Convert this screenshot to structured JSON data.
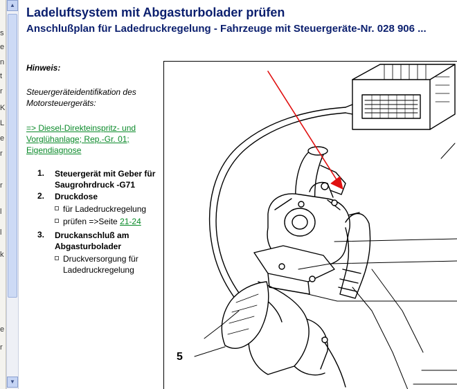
{
  "left_pane": {
    "fragments": [
      "s",
      "e",
      "n",
      "t",
      "r",
      "K",
      "L",
      "e",
      "r",
      "r",
      "l",
      "l",
      "k",
      "e",
      "r"
    ]
  },
  "header": {
    "title": "Ladeluftsystem mit Abgasturbolader prüfen",
    "subtitle": "Anschlußplan für Ladedruckregelung - Fahrzeuge mit Steuergeräte-Nr. 028 906 ..."
  },
  "hint": {
    "label": "Hinweis:",
    "text": "Steuergeräteidentifikation des Motorsteuergeräts:",
    "link": "=> Diesel-Direkteinspritz- und Vorglühanlage; Rep.-Gr. 01; Eigendiagnose"
  },
  "parts": [
    {
      "num": "1.",
      "title": "Steuergerät mit Geber für Saugrohrdruck -G71"
    },
    {
      "num": "2.",
      "title": "Druckdose"
    },
    {
      "num": "3.",
      "title": "Druckanschluß am Abgasturbolader"
    }
  ],
  "part2_subs": {
    "a": "für Ladedruckregelung",
    "b_prefix": "prüfen =>Seite ",
    "b_link": "21-24"
  },
  "part3_subs": {
    "a": "Druckversorgung für Ladedruckregelung"
  },
  "diagram": {
    "callout_label": "5",
    "arrow_color": "#e01010"
  },
  "colors": {
    "title": "#0b1f6e",
    "link": "#0b8a2a"
  },
  "icons": {
    "scroll_up": "▲",
    "scroll_down": "▼"
  }
}
